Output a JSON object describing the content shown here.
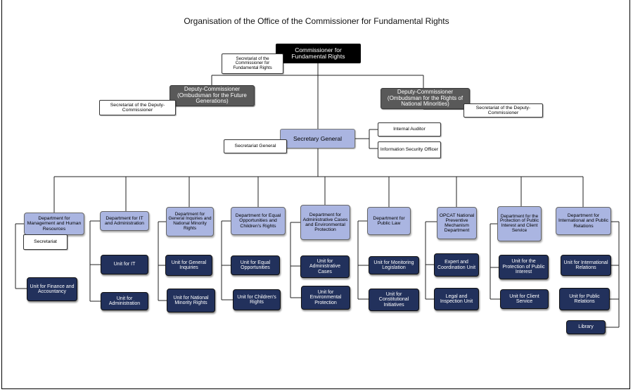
{
  "title": "Organisation of the Office of the Commissioner for Fundamental Rights",
  "commissioner": "Commissioner for Fundamental Rights",
  "commissioner_secretariat": "Secretariat of the Commissioner for Fundamental Rights",
  "deputy_future": "Deputy-Commissioner (Ombudsman for the Future Generations)",
  "deputy_future_secretariat": "Secretariat of the Deputy-Commissioner",
  "deputy_minorities": "Deputy-Commissioner (Ombudsman for the Rights of National Minorities)",
  "deputy_minorities_secretariat": "Secretariat of the Deputy-Commissioner",
  "secretary_general": "Secretary General",
  "secretariat_general": "Secretariat General",
  "internal_auditor": "Internal Auditor",
  "information_security": "Information Security Officer",
  "departments": [
    {
      "name": "Department for Management and Human Resources",
      "units": [
        "Secretariat",
        "Unit for Finance and Accountancy"
      ]
    },
    {
      "name": "Department for IT and Administration",
      "units": [
        "Unit for IT",
        "Unit for Administration"
      ]
    },
    {
      "name": "Department for General Inquiries and National Minority Rights",
      "units": [
        "Unit for General Inquiries",
        "Unit for National Minority Rights"
      ]
    },
    {
      "name": "Department for Equal Opportunities and Children's Rights",
      "units": [
        "Unit for Equal Opportunities",
        "Unit for Children's Rights"
      ]
    },
    {
      "name": "Department for Administrative Cases and Environmental Protection",
      "units": [
        "Unit for Administrative Cases",
        "Unit for Environmental Protection"
      ]
    },
    {
      "name": "Department for Public Law",
      "units": [
        "Unit for Monitoring Legislation",
        "Unit for Constitutional Initiatives"
      ]
    },
    {
      "name": "OPCAT National Preventive Mechanism Department",
      "units": [
        "Expert and Coordination Unit",
        "Legal and Inspection Unit"
      ]
    },
    {
      "name": "Department for the Protection of Public Interest and Client Service",
      "units": [
        "Unit for the Protection of Public Interest",
        "Unit for Client Service"
      ]
    },
    {
      "name": "Department for International and Public Relations",
      "units": [
        "Unit for International Relations",
        "Unit for Public Relations",
        "Library"
      ]
    }
  ]
}
